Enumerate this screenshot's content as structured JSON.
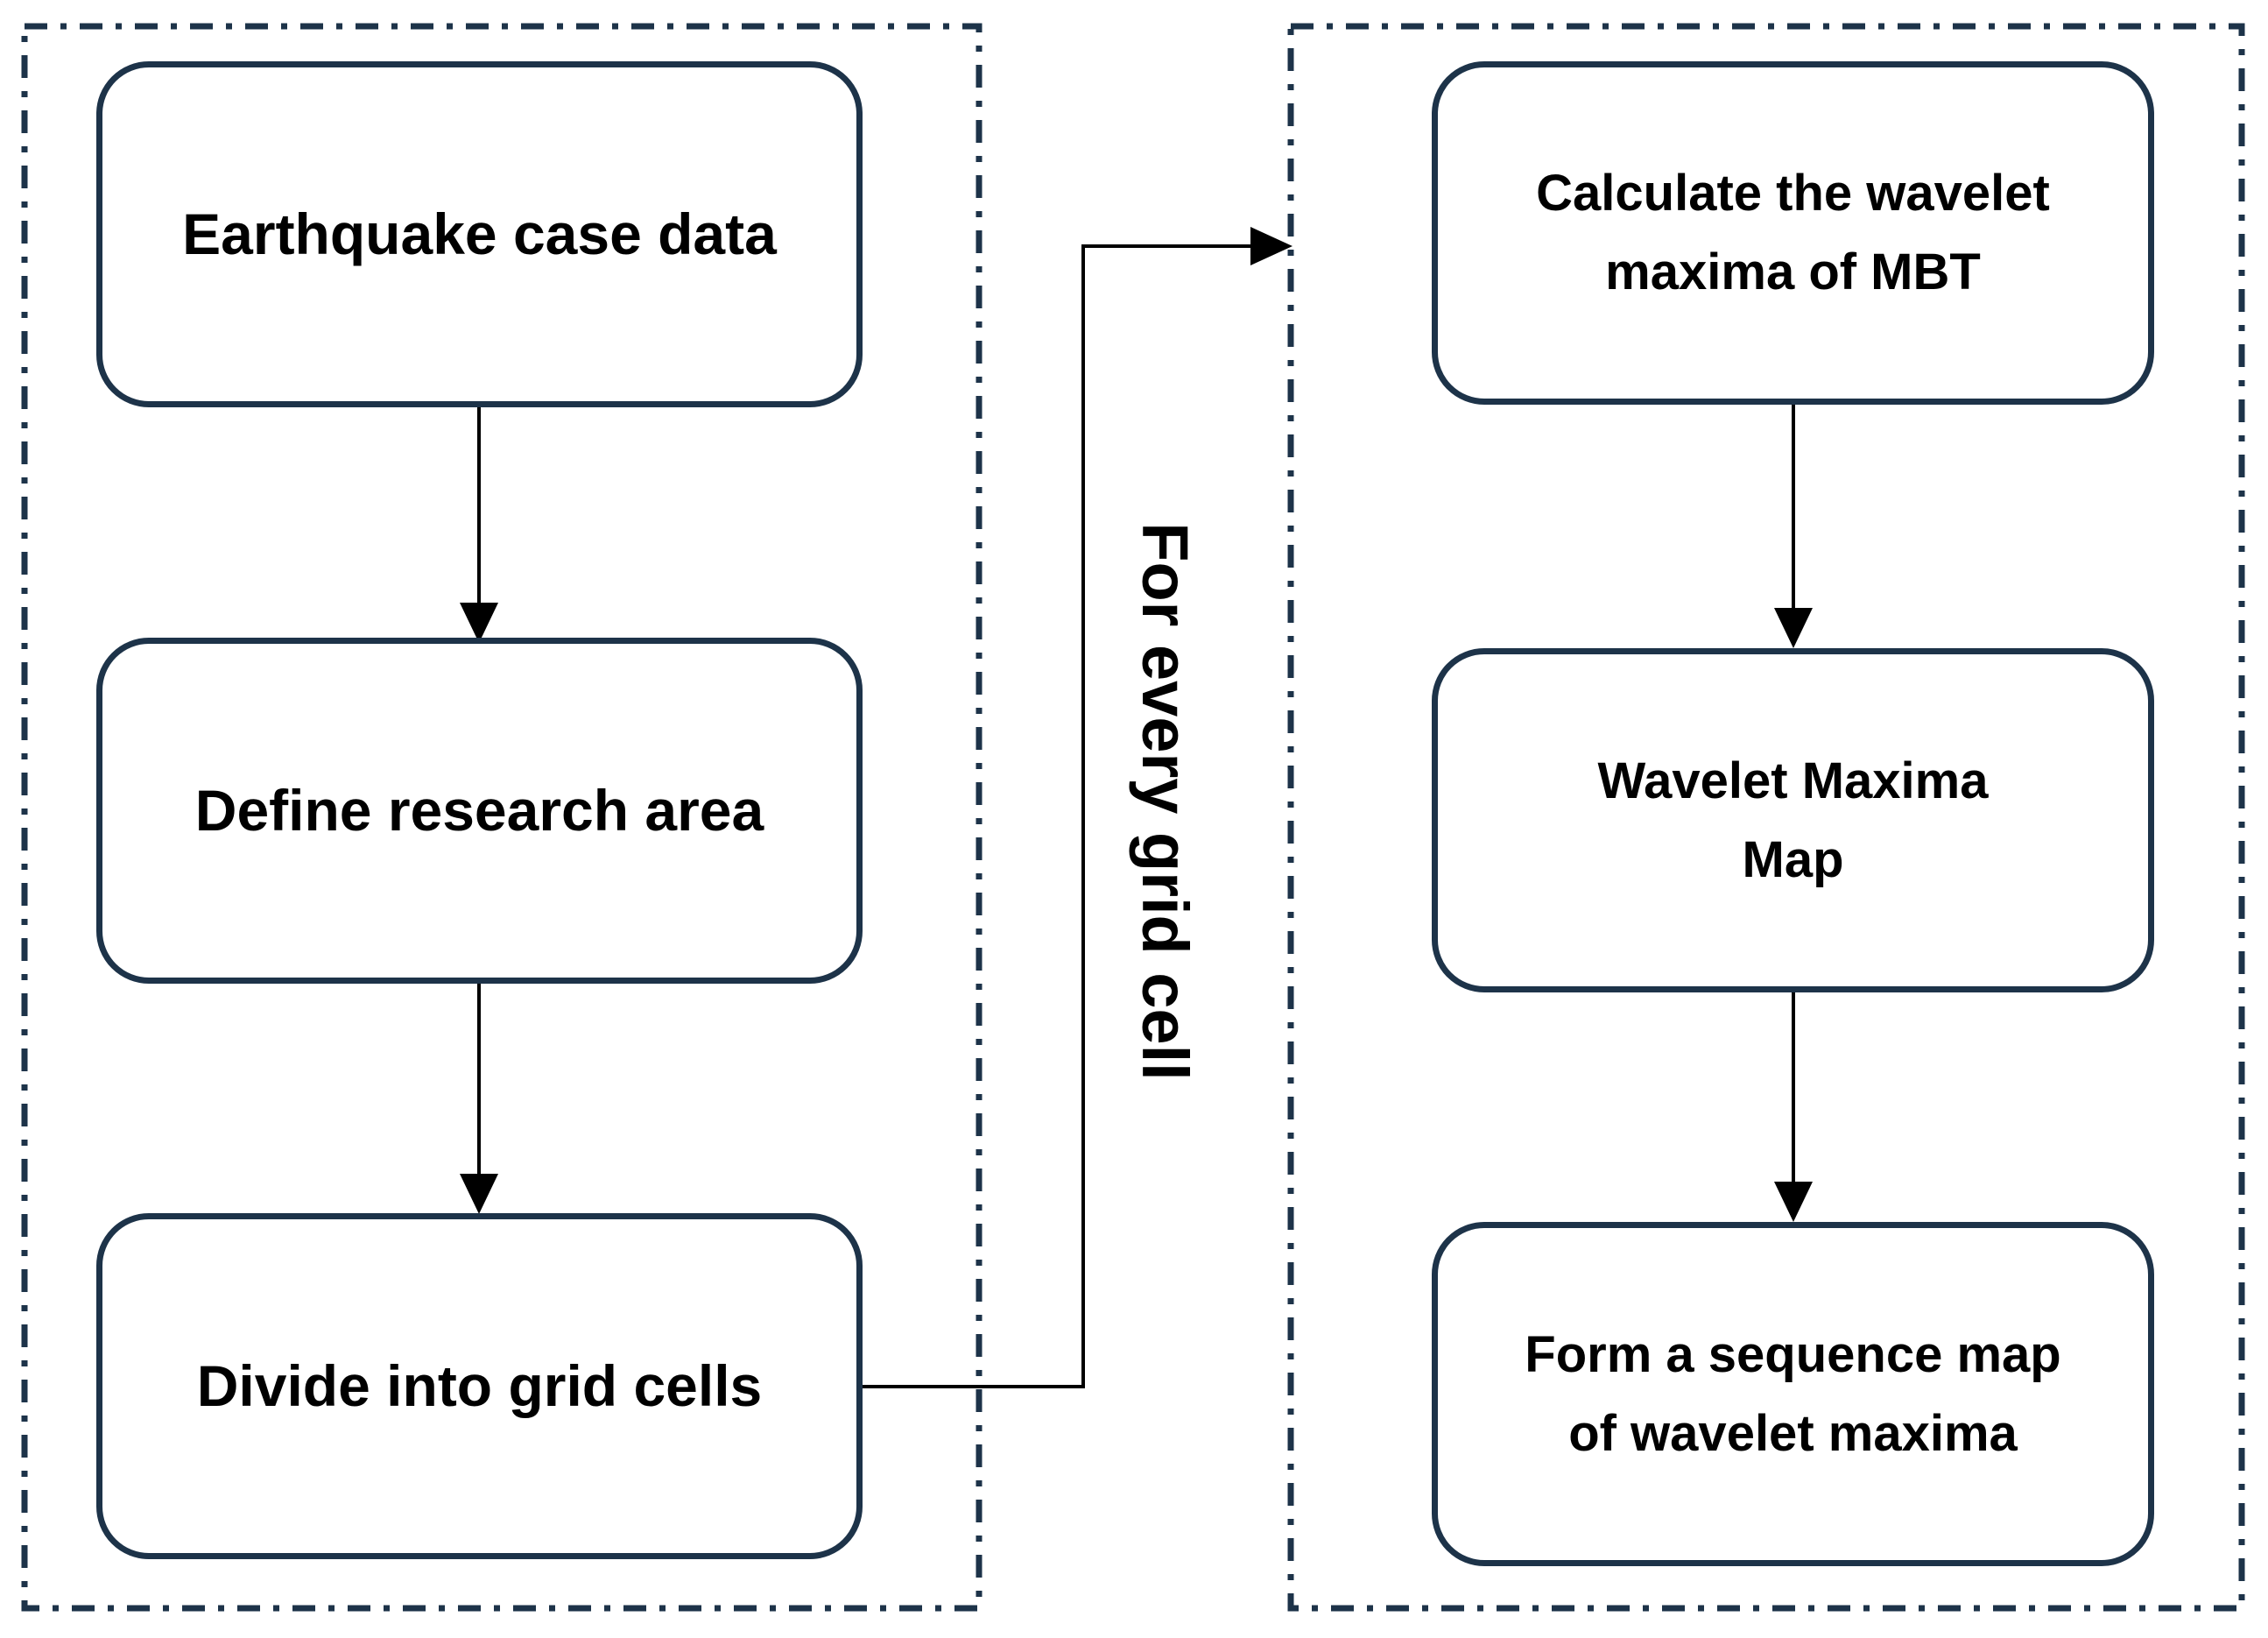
{
  "diagram": {
    "background_color": "#ffffff",
    "frame_border_color": "#1d3349",
    "box_border_color": "#1d3349",
    "text_color": "#000000",
    "arrow_color": "#000000",
    "left_group": {
      "boxes": [
        {
          "label": "Earthquake case data",
          "lines": [
            "Earthquake case data"
          ]
        },
        {
          "label": "Define research area",
          "lines": [
            "Define research area"
          ]
        },
        {
          "label": "Divide into grid cells",
          "lines": [
            "Divide into grid cells"
          ]
        }
      ]
    },
    "right_group": {
      "boxes": [
        {
          "label": "Calculate the wavelet maxima of MBT",
          "lines": [
            "Calculate the wavelet",
            "maxima of MBT"
          ]
        },
        {
          "label": "Wavelet Maxima Map",
          "lines": [
            "Wavelet Maxima",
            "Map"
          ]
        },
        {
          "label": "Form a sequence map of wavelet maxima",
          "lines": [
            "Form a sequence map",
            "of wavelet maxima"
          ]
        }
      ]
    },
    "connector_label": "For every grid cell"
  }
}
